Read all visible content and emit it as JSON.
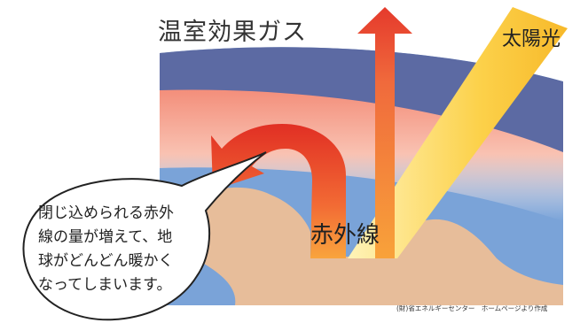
{
  "title": "温室効果ガス",
  "sunlight_label": "太陽光",
  "infrared_label": "赤外線",
  "callout_lines": [
    "閉じ込められる赤外",
    "線の量が増えて、地",
    "球がどんどん暖かく",
    "なってしまいます。"
  ],
  "credit": "(財)省エネルギーセンター　ホームページより作成",
  "colors": {
    "atmosphere": "#5c6aa3",
    "greenhouse_glow": "#f49a86",
    "ocean": "#7aa3d8",
    "land": "#e7bd9a",
    "sunlight": "#fcc93a",
    "infrared_arrow": "#e8452c"
  }
}
